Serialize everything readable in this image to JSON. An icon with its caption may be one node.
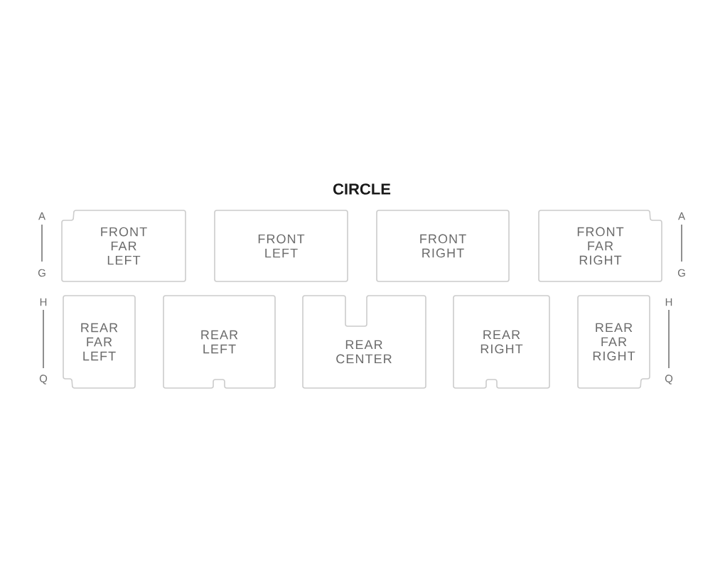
{
  "diagram": {
    "title": "CIRCLE",
    "nodes": [
      {
        "text": [
          "FRONT FAR LEFT"
        ]
      },
      {
        "text": [
          "FRONT LEFT"
        ]
      },
      {
        "text": [
          "FRONT RIGHT"
        ]
      },
      {
        "text": [
          "FRONT FAR RIGHT"
        ]
      },
      {
        "text": [
          "REAR FAR LEFT"
        ]
      },
      {
        "text": [
          "REAR LEFT"
        ]
      },
      {
        "text": [
          "REAR CENTER"
        ]
      },
      {
        "text": [
          "REAR RIGHT"
        ]
      },
      {
        "text": [
          "REAR FAR RIGHT"
        ]
      }
    ],
    "labels": [
      "A",
      "A",
      "G",
      "G",
      "H",
      "H",
      "Q",
      "Q"
    ]
  }
}
